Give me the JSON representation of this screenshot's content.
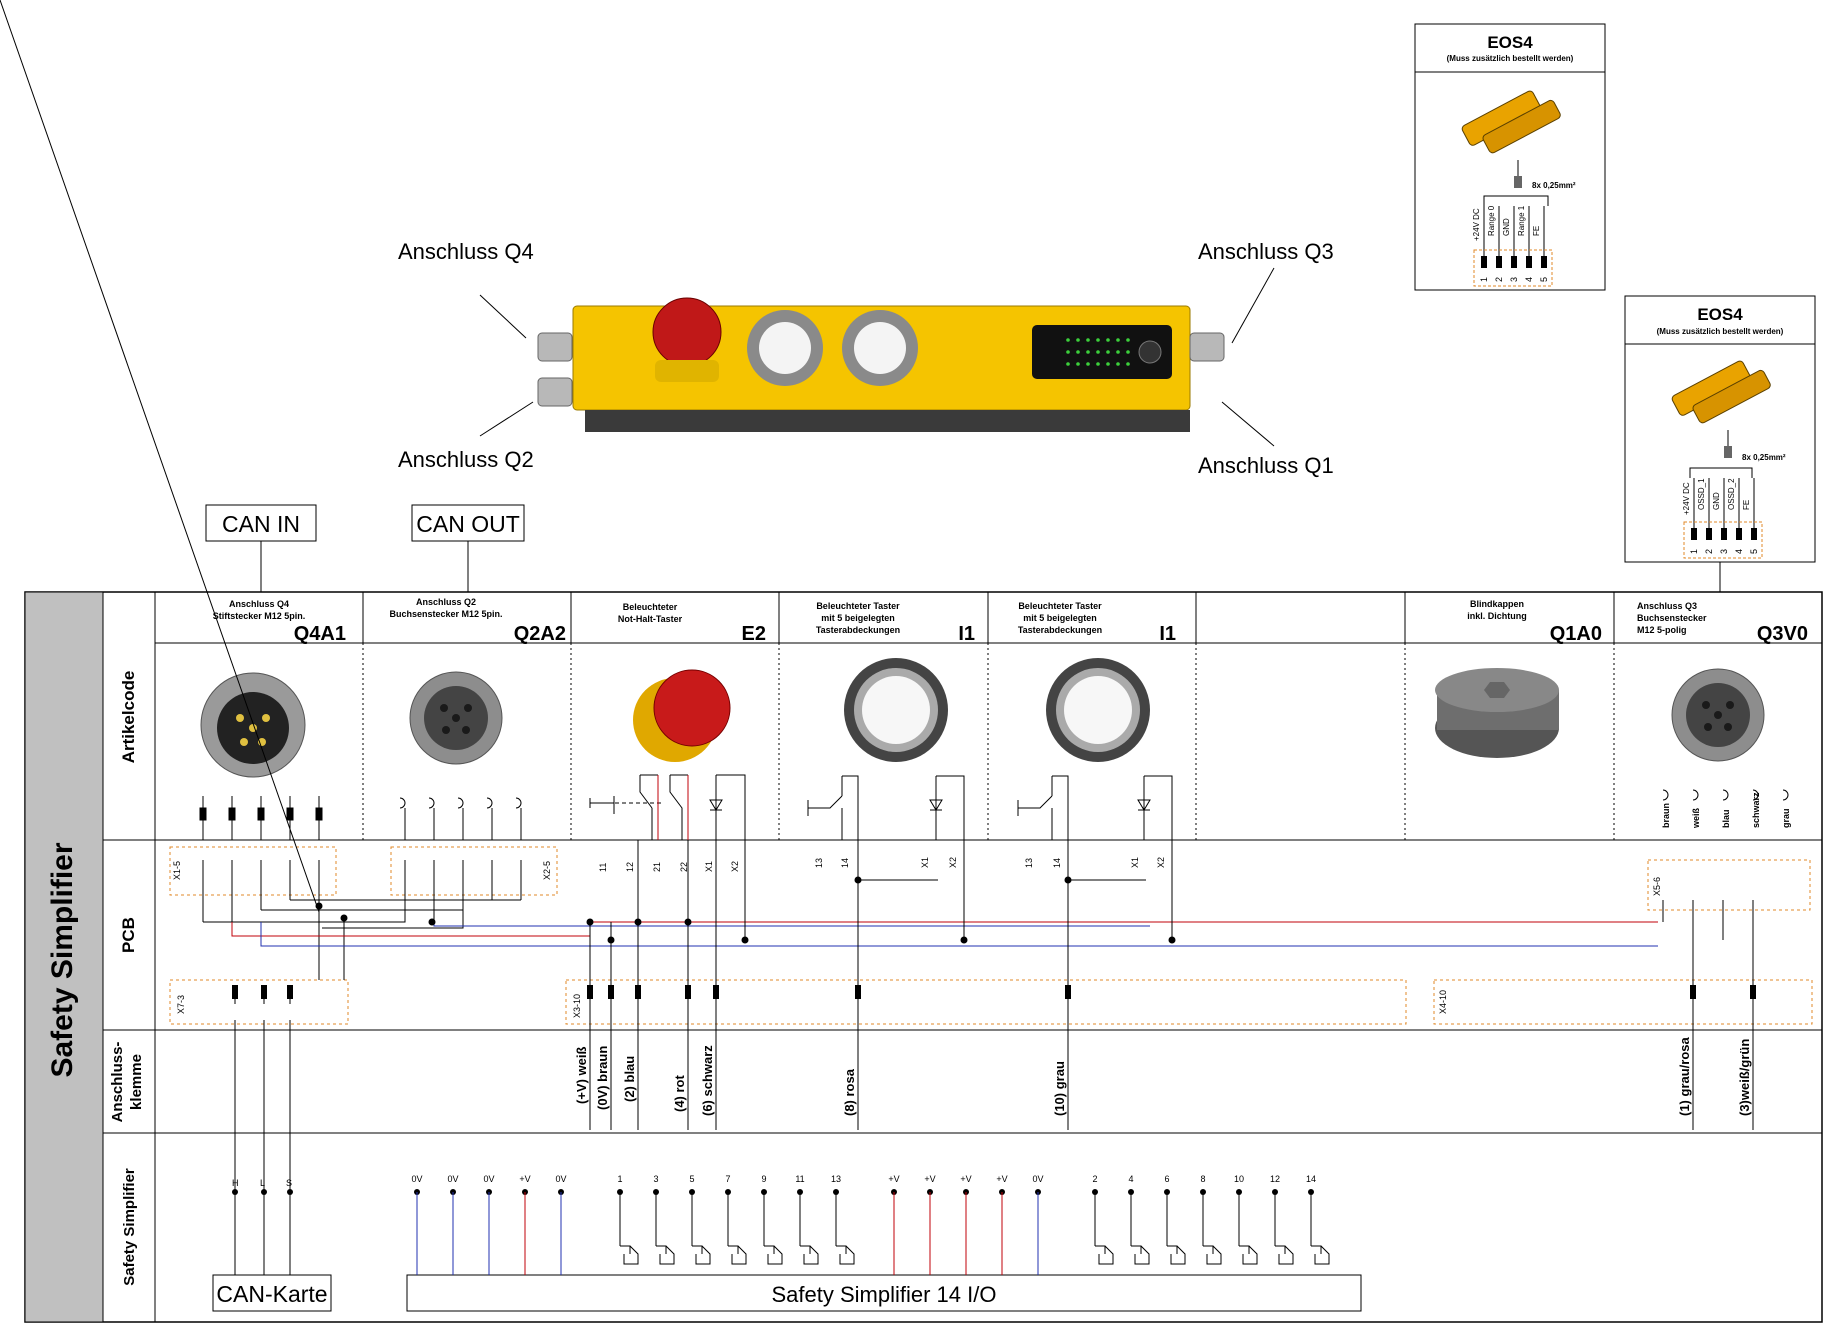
{
  "connection_labels": {
    "q4": "Anschluss Q4",
    "q3": "Anschluss Q3",
    "q2": "Anschluss Q2",
    "q1": "Anschluss Q1"
  },
  "can": {
    "in": "CAN IN",
    "out": "CAN OUT",
    "card": "CAN-Karte"
  },
  "sensor_boxes": [
    {
      "title": "EOS4",
      "subtitle": "(Muss zusätzlich bestellt werden)",
      "cable": "8x 0,25mm²",
      "pin_labels": [
        "+24V DC",
        "Range 0",
        "GND",
        "Range 1",
        "FE"
      ],
      "pins": [
        "1",
        "2",
        "3",
        "4",
        "5"
      ]
    },
    {
      "title": "EOS4",
      "subtitle": "(Muss zusätzlich bestellt werden)",
      "cable": "8x 0,25mm²",
      "pin_labels": [
        "+24V DC",
        "OSSD_1",
        "GND",
        "OSSD_2",
        "FE"
      ],
      "pins": [
        "1",
        "2",
        "3",
        "4",
        "5"
      ]
    }
  ],
  "side_title": "Safety Simplifier",
  "rows": {
    "artikelcode": "Artikelcode",
    "pcb": "PCB",
    "klemme_1": "Anschluss-",
    "klemme_2": "klemme",
    "simplifier": "Safety Simplifier"
  },
  "articles": [
    {
      "desc1": "Anschluss Q4",
      "desc2": "Stiftstecker M12 5pin.",
      "desc3": "",
      "code": "Q4A1"
    },
    {
      "desc1": "Anschluss Q2",
      "desc2": "Buchsenstecker M12 5pin.",
      "desc3": "",
      "code": "Q2A2"
    },
    {
      "desc1": "Beleuchteter",
      "desc2": "Not-Halt-Taster",
      "desc3": "",
      "code": "E2"
    },
    {
      "desc1": "Beleuchteter Taster",
      "desc2": "mit 5 beigelegten",
      "desc3": "Tasterabdeckungen",
      "code": "I1"
    },
    {
      "desc1": "Beleuchteter Taster",
      "desc2": "mit 5 beigelegten",
      "desc3": "Tasterabdeckungen",
      "code": "I1"
    },
    {
      "desc1": "",
      "desc2": "",
      "desc3": "",
      "code": ""
    },
    {
      "desc1": "Blindkappen",
      "desc2": "inkl. Dichtung",
      "desc3": "",
      "code": "Q1A0"
    },
    {
      "desc1": "Anschluss Q3",
      "desc2": "Buchsenstecker",
      "desc3": "M12 5-polig",
      "code": "Q3V0"
    }
  ],
  "connectors": {
    "x1": "X1-5",
    "x2": "X2-5",
    "x7": "X7-3",
    "x3": "X3-10",
    "x4": "X4-10",
    "x5": "X5-6"
  },
  "q3_wire_colors": [
    "braun",
    "weiß",
    "blau",
    "schwarz",
    "grau"
  ],
  "terminal_labels": {
    "t1": "(+V) weiß",
    "t2": "(0V) braun",
    "t3": "(2) blau",
    "t4": "(4) rot",
    "t5": "(6) schwarz",
    "t6": "(8) rosa",
    "t7": "(10) grau",
    "t8": "(1) grau/rosa",
    "t9": "(3)weiß/grün"
  },
  "can_pins": [
    "H",
    "L",
    "S"
  ],
  "power_pins_left": [
    "0V",
    "0V",
    "0V",
    "+V",
    "0V"
  ],
  "odd_pins": [
    "1",
    "3",
    "5",
    "7",
    "9",
    "11",
    "13"
  ],
  "power_pins_mid": [
    "+V",
    "+V",
    "+V",
    "+V",
    "0V"
  ],
  "even_pins": [
    "2",
    "4",
    "6",
    "8",
    "10",
    "12",
    "14"
  ],
  "module_label": "Safety Simplifier 14 I/O",
  "contact_labels": {
    "estop": [
      "11",
      "12",
      "21",
      "22",
      "X1",
      "X2"
    ],
    "button": [
      "13",
      "14",
      "X1",
      "X2"
    ]
  },
  "colors": {
    "red_wire": "#c0000a",
    "blue_wire": "#2030b0",
    "dash": "#e08a2a",
    "side": "#c0c0c0",
    "housing": "#f5c400"
  }
}
